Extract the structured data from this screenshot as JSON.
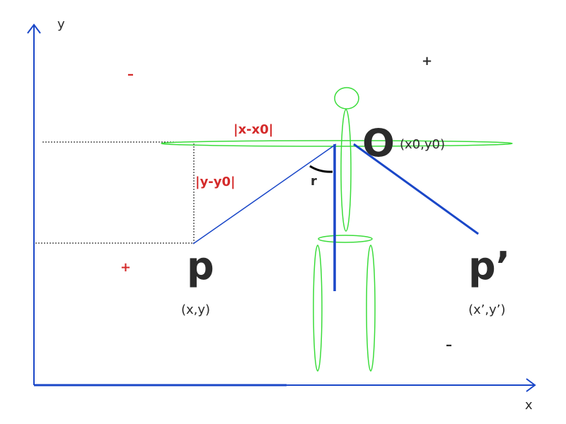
{
  "axes": {
    "x_label": "x",
    "y_label": "y"
  },
  "signs": {
    "top_left": "–",
    "top_right": "+",
    "bottom_left": "+",
    "bottom_right": "–"
  },
  "points": {
    "origin_label": "O",
    "origin_coords": "(x0,y0)",
    "p_label": "p",
    "p_coords": "(x,y)",
    "p_prime_label": "p’",
    "p_prime_coords": "(x’,y’)"
  },
  "measures": {
    "dx": "|x-x0|",
    "dy": "|y-y0|",
    "angle": "r"
  },
  "colors": {
    "axis": "#1a47c8",
    "vector": "#1a47c8",
    "figure": "#3bdc3b",
    "text": "#2b2b2b",
    "measure": "#d42a2a",
    "guide": "#000000"
  }
}
